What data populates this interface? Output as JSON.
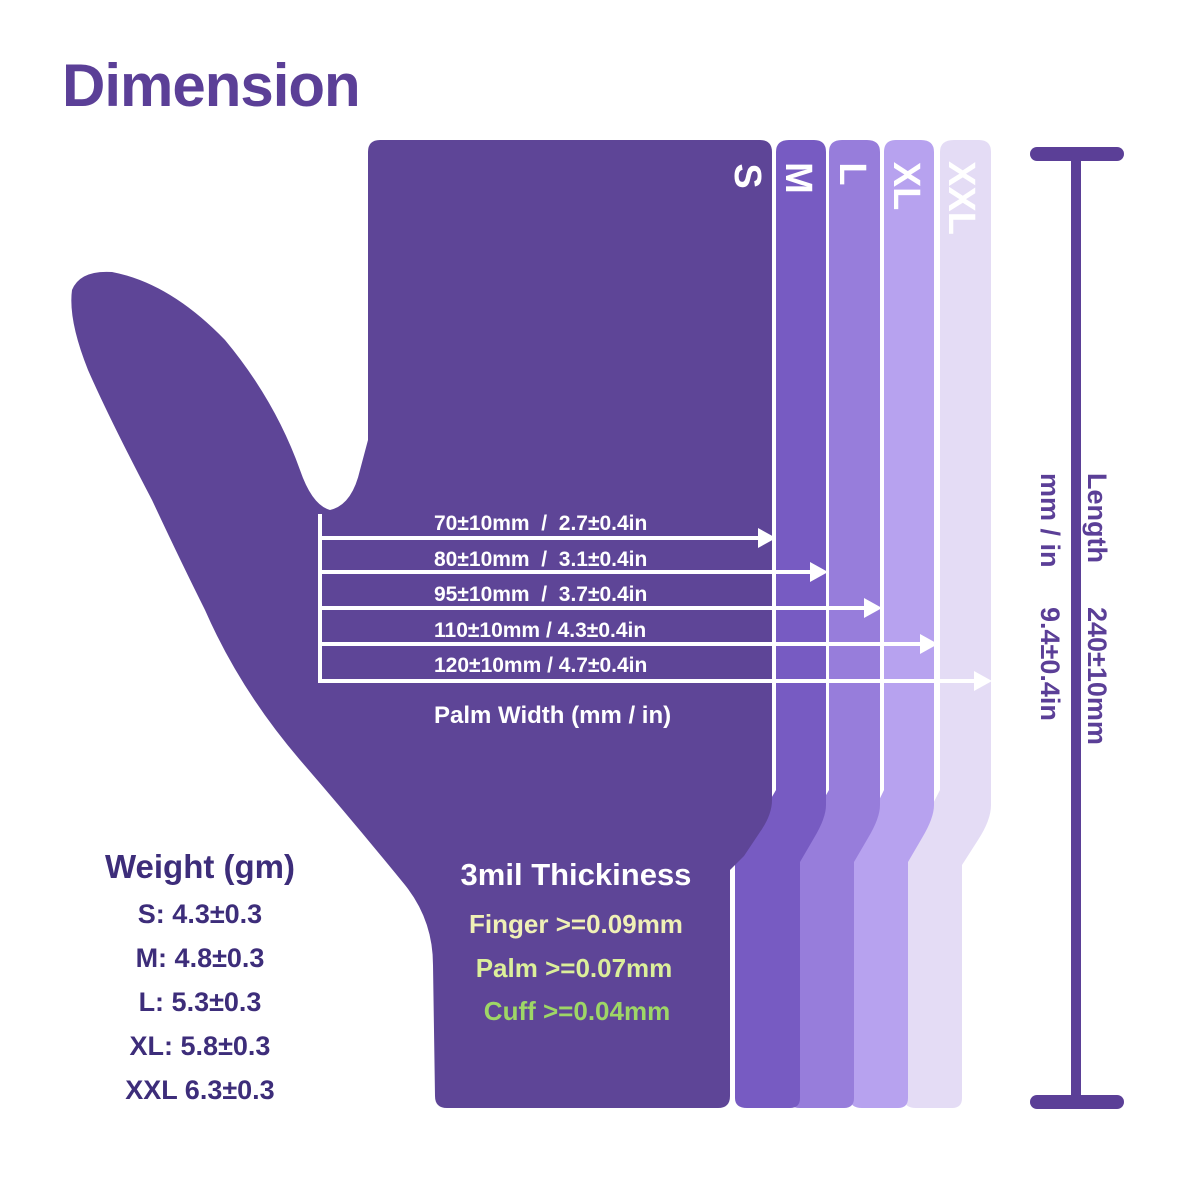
{
  "title": "Dimension",
  "sizes": [
    "S",
    "M",
    "L",
    "XL",
    "XXL"
  ],
  "palm_width": {
    "rows": [
      {
        "size": "S",
        "label": "70±10mm  /  2.7±0.4in"
      },
      {
        "size": "M",
        "label": "80±10mm  /  3.1±0.4in"
      },
      {
        "size": "L",
        "label": "95±10mm  /  3.7±0.4in"
      },
      {
        "size": "XL",
        "label": "110±10mm / 4.3±0.4in"
      },
      {
        "size": "XXL",
        "label": "120±10mm / 4.7±0.4in"
      }
    ],
    "caption": "Palm Width (mm / in)"
  },
  "length": {
    "label": "Length",
    "unit": "mm / in",
    "value_mm": "240±10mm",
    "value_in": "9.4±0.4in"
  },
  "thickness": {
    "title": "3mil Thickiness",
    "finger": "Finger >=0.09mm",
    "palm": "Palm >=0.07mm",
    "cuff": "Cuff >=0.04mm"
  },
  "weight": {
    "title": "Weight (gm)",
    "rows": [
      "S: 4.3±0.3",
      "M: 4.8±0.3",
      "L: 5.3±0.3",
      "XL: 5.8±0.3",
      "XXL 6.3±0.3"
    ]
  },
  "colors": {
    "glove_s": "#5e4597",
    "strip_m": "#775bc2",
    "strip_l": "#977ddb",
    "strip_xl": "#b7a2ef",
    "strip_xxl": "#e4dcf5",
    "ruler": "#5b3f97",
    "finger_text": "#f0f0b6",
    "palm_text": "#dcef9a",
    "cuff_text": "#9ed666"
  }
}
